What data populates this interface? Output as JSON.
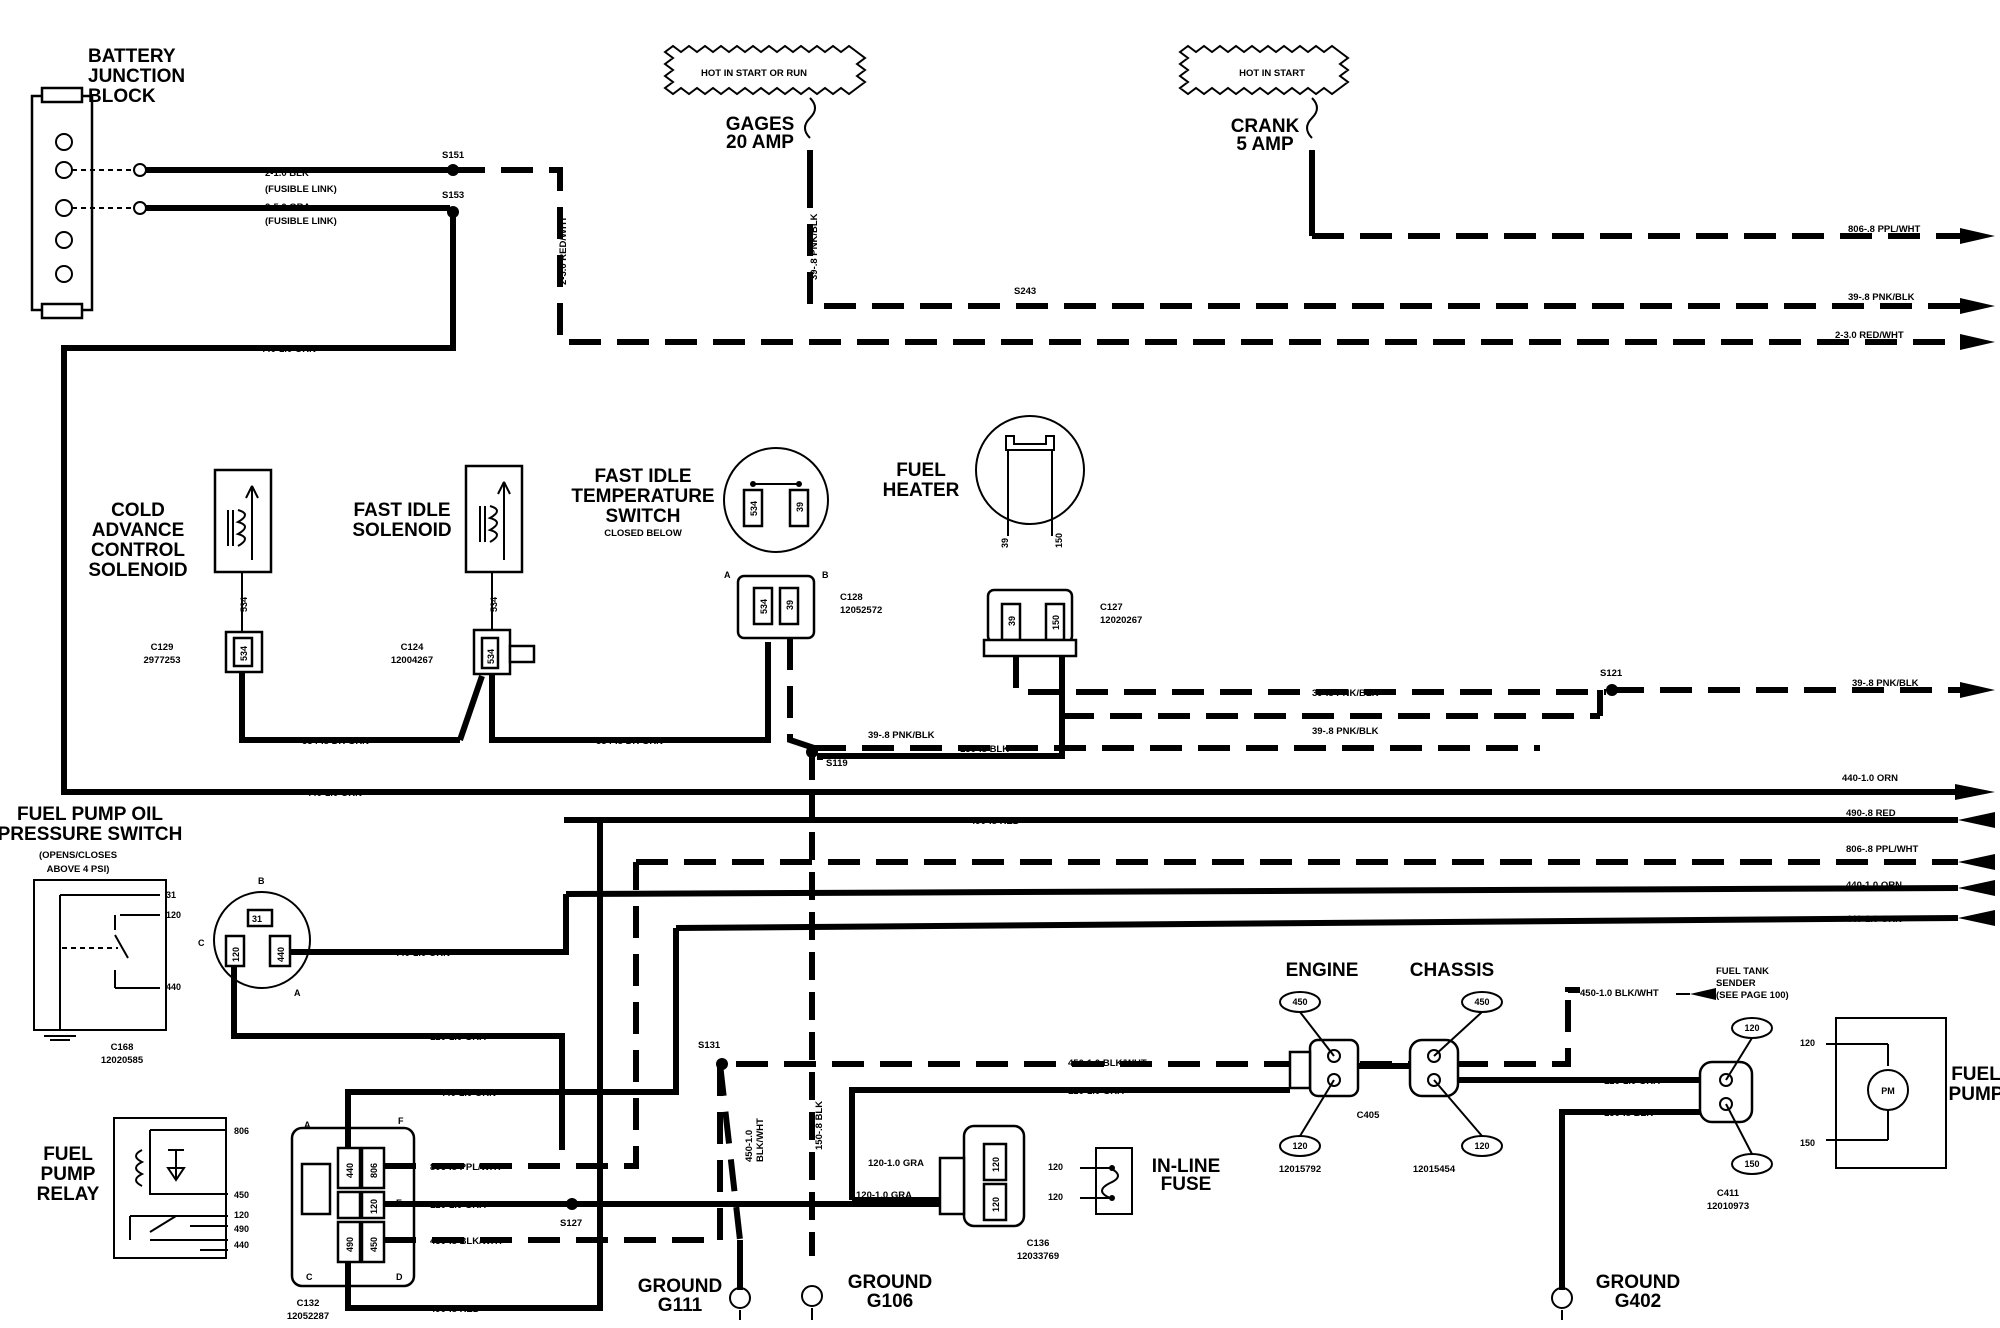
{
  "components": {
    "battery_junction_block": "BATTERY\nJUNCTION\nBLOCK",
    "gages_fuse": "GAGES\n20 AMP",
    "crank_fuse": "CRANK\n5 AMP",
    "hot_start_run": "HOT IN START OR RUN",
    "hot_start": "HOT IN START",
    "cold_advance": "COLD\nADVANCE\nCONTROL\nSOLENOID",
    "fast_idle_solenoid": "FAST IDLE\nSOLENOID",
    "fast_idle_temp_switch": "FAST IDLE\nTEMPERATURE\nSWITCH",
    "closed_below": "CLOSED BELOW",
    "fuel_heater": "FUEL\nHEATER",
    "fuel_pump_oil_switch": "FUEL PUMP OIL\nPRESSURE SWITCH",
    "opens_closes": "(OPENS/CLOSES\nABOVE 4 PSI)",
    "fuel_pump_relay": "FUEL\nPUMP\nRELAY",
    "inline_fuse": "IN-LINE\nFUSE",
    "engine": "ENGINE",
    "chassis": "CHASSIS",
    "fuel_tank_sender": "FUEL TANK\nSENDER\n(SEE PAGE 100)",
    "fuel_pump": "FUEL\nPUMP",
    "pm": "PM",
    "ground_g111": "GROUND\nG111",
    "ground_g106": "GROUND\nG106",
    "ground_g402": "GROUND\nG402"
  },
  "wire_labels": {
    "w2_blk": "2-1.0 BLK",
    "fusible1": "(FUSIBLE LINK)",
    "w2_gra": "2-5.0 GRA",
    "fusible2": "(FUSIBLE LINK)",
    "w440_top": "440-1.0 ORN",
    "w2_redwht_v": "2-3.0 RED/WHT",
    "w39_v": "39-.8 PNK/BLK",
    "w806_r": "806-.8 PPL/WHT",
    "w39_r": "39-.8 PNK/BLK",
    "w2_r": "2-3.0 RED/WHT",
    "w534_a": "534-.8 DK GRN",
    "w534_b": "534-.8 DK GRN",
    "w39_mid": "39-.8 PNK/BLK",
    "w150_mid": "150-.8 BLK",
    "w39_h1": "39-.8 PNK/BLK",
    "w39_h2": "39-.8 PNK/BLK",
    "w39_far": "39-.8 PNK/BLK",
    "w440_main": "440-1.0 ORN",
    "w440_r1": "440-1.0 ORN",
    "w490_red": "490-.8 RED",
    "w490_r": "490-.8 RED",
    "w806_r2": "806-.8 PPL/WHT",
    "w440_r2": "440-1.0 ORN",
    "w440_r3": "440-1.0 ORN",
    "w440_sw": "440-1.0 ORN",
    "w120_gra": "120-1.0 GRA",
    "w450_blkwht": "450-1.0 BLK/WHT",
    "w120_eng": "120-1.0 GRA",
    "w440_relay": "440-1.0 ORN",
    "w806_relay": "806-.8 PPL/WHT",
    "w120_relay": "120-1.0 GRA",
    "w450_relay": "450-.8 BLK/WHT",
    "w490_relay": "490-.8 RED",
    "w450_v": "450-1.0\nBLK/WHT",
    "w150_v": "150-.8 BLK",
    "w120_c136a": "120-1.0 GRA",
    "w120_c136b": "120-1.0 GRA",
    "w450_sender": "450-1.0 BLK/WHT",
    "w120_c411": "120-1.0 GRA",
    "w150_c411": "150-.8 BLK"
  },
  "splices": {
    "s151": "S151",
    "s153": "S153",
    "s243": "S243",
    "s121": "S121",
    "s119": "S119",
    "s131": "S131",
    "s127": "S127"
  },
  "connectors": {
    "c129": "C129\n2977253",
    "c124": "C124\n12004267",
    "c128": "C128\n12052572",
    "c127": "C127\n12020267",
    "c168": "C168\n12020585",
    "c132": "C132\n12052287",
    "c136": "C136\n12033769",
    "c405": "C405",
    "eng_pn": "12015792",
    "chs_pn": "12015454",
    "c411": "C411\n12010973"
  },
  "pins": {
    "p534": "534",
    "p39": "39",
    "p150": "150",
    "p31": "31",
    "p120": "120",
    "p440": "440",
    "p450": "450",
    "p490": "490",
    "p806": "806",
    "a": "A",
    "b": "B",
    "c": "C",
    "d": "D",
    "e": "E",
    "f": "F"
  }
}
